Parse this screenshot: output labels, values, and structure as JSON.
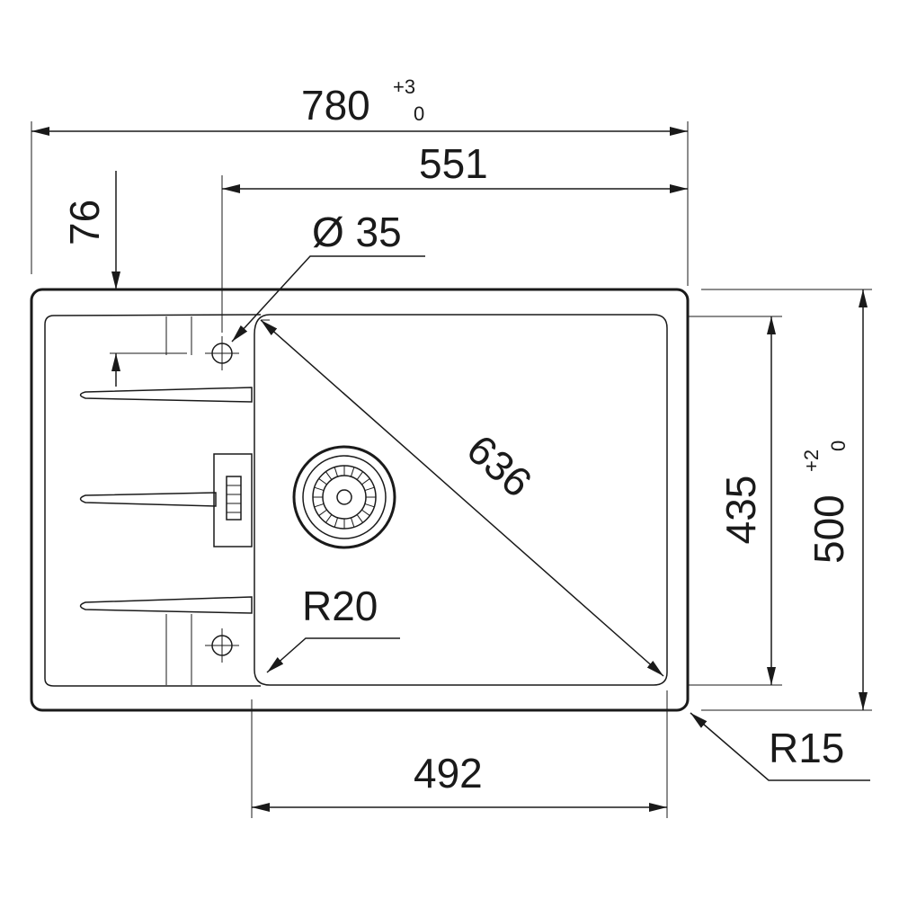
{
  "dimensions": {
    "overall_width": {
      "value": "780",
      "tol_upper": "+3",
      "tol_lower": "0"
    },
    "bowl_offset_width": "551",
    "tap_hole_offset": "76",
    "tap_hole_diameter": "Ø 35",
    "bowl_diagonal": "636",
    "bowl_height": "435",
    "overall_height": {
      "value": "500",
      "tol_upper": "+2",
      "tol_lower": "0"
    },
    "inner_radius": "R20",
    "outer_radius": "R15",
    "bowl_width": "492"
  },
  "colors": {
    "line": "#1a1a1a",
    "background": "#ffffff"
  }
}
